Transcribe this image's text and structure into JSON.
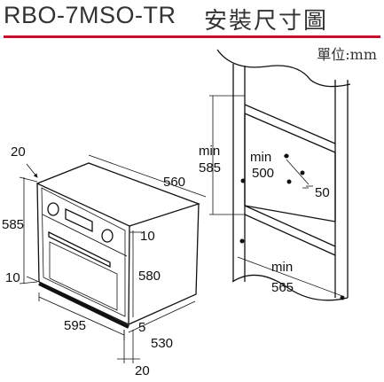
{
  "header": {
    "model": "RBO-7MSO-TR",
    "title": "安裝尺寸圖",
    "unit": "單位:mm"
  },
  "oven_dims": {
    "top_offset": "20",
    "depth_top": "560",
    "height_total": "585",
    "side_gap": "10",
    "left_gap": "10",
    "body_height": "580",
    "width": "595",
    "panel": "5",
    "depth": "530",
    "bottom_offset": "20"
  },
  "cabinet_dims": {
    "min_label_1": "min",
    "height_min": "585",
    "min_label_2": "min",
    "width_min": "500",
    "vent": "50",
    "min_label_3": "min",
    "bottom_min": "565"
  }
}
